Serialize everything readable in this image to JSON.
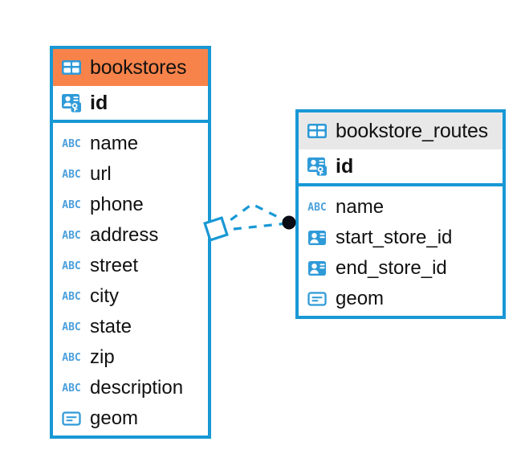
{
  "diagram": {
    "type": "entity-relationship-diagram",
    "background": "#ffffff",
    "accent_blue": "#1898d5",
    "accent_orange": "#f8834a",
    "accent_gray": "#e8e8e8",
    "icon_labels": {
      "table": "table-icon",
      "primary_key": "key-card-icon",
      "foreign_key": "card-icon",
      "text_type": "abc-icon",
      "geometry_type": "geometry-icon"
    },
    "abc_glyph": "ABC"
  },
  "entities": [
    {
      "name": "bookstores",
      "header_color": "#f8834a",
      "primary_key": {
        "label": "id",
        "icon": "key-card-icon"
      },
      "fields": [
        {
          "label": "name",
          "icon": "abc-icon"
        },
        {
          "label": "url",
          "icon": "abc-icon"
        },
        {
          "label": "phone",
          "icon": "abc-icon"
        },
        {
          "label": "address",
          "icon": "abc-icon"
        },
        {
          "label": "street",
          "icon": "abc-icon"
        },
        {
          "label": "city",
          "icon": "abc-icon"
        },
        {
          "label": "state",
          "icon": "abc-icon"
        },
        {
          "label": "zip",
          "icon": "abc-icon"
        },
        {
          "label": "description",
          "icon": "abc-icon"
        },
        {
          "label": "geom",
          "icon": "geometry-icon"
        }
      ]
    },
    {
      "name": "bookstore_routes",
      "header_color": "#e8e8e8",
      "primary_key": {
        "label": "id",
        "icon": "key-card-icon"
      },
      "fields": [
        {
          "label": "name",
          "icon": "abc-icon"
        },
        {
          "label": "start_store_id",
          "icon": "card-icon"
        },
        {
          "label": "end_store_id",
          "icon": "card-icon"
        },
        {
          "label": "geom",
          "icon": "geometry-icon"
        }
      ]
    }
  ],
  "relationship": {
    "from": "bookstores",
    "to": "bookstore_routes",
    "line_style": "dashed",
    "line_color": "#1898d5",
    "source_marker": "diamond",
    "target_marker": "filled-circle",
    "target_marker_color": "#0a0a14"
  }
}
